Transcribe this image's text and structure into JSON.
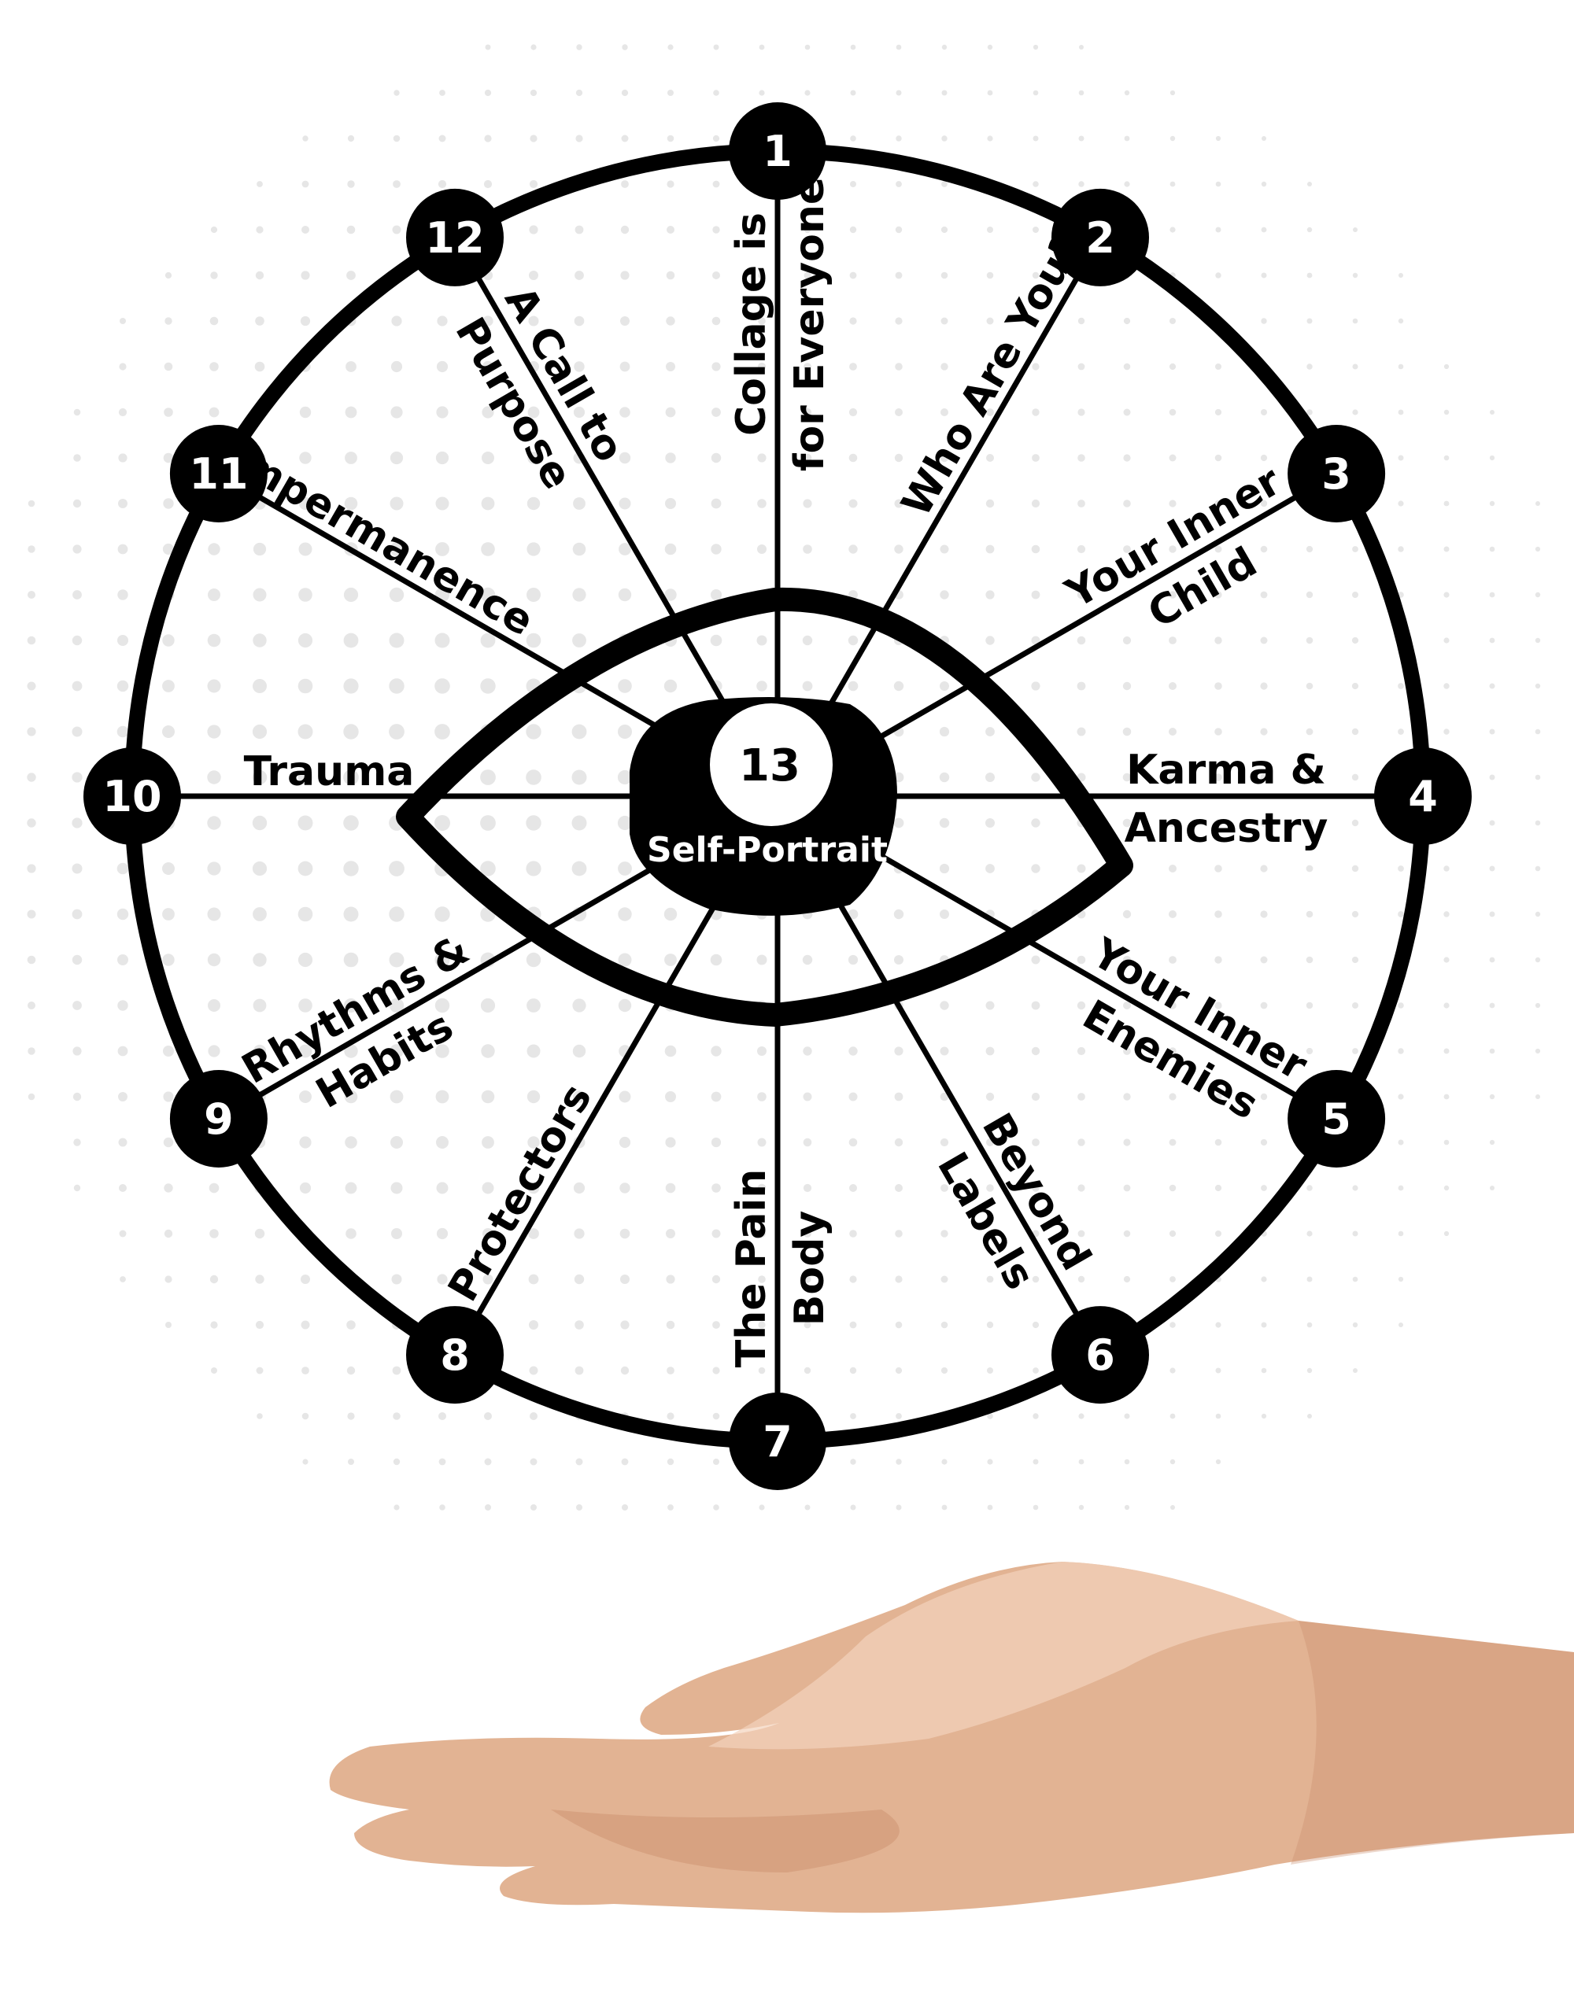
{
  "center": {
    "number": "13",
    "label": "Self-Portrait"
  },
  "nodes": [
    {
      "number": "1",
      "label": [
        "Collage is",
        "for Everyone"
      ]
    },
    {
      "number": "2",
      "label": [
        "Who Are You?"
      ]
    },
    {
      "number": "3",
      "label": [
        "Your Inner",
        "Child"
      ]
    },
    {
      "number": "4",
      "label": [
        "Karma &",
        "Ancestry"
      ]
    },
    {
      "number": "5",
      "label": [
        "Your Inner",
        "Enemies"
      ]
    },
    {
      "number": "6",
      "label": [
        "Beyond",
        "Labels"
      ]
    },
    {
      "number": "7",
      "label": [
        "The Pain",
        "Body"
      ]
    },
    {
      "number": "8",
      "label": [
        "Protectors"
      ]
    },
    {
      "number": "9",
      "label": [
        "Rhythms &",
        "Habits"
      ]
    },
    {
      "number": "10",
      "label": [
        "Trauma"
      ]
    },
    {
      "number": "11",
      "label": [
        "Impermanence"
      ]
    },
    {
      "number": "12",
      "label": [
        "A Call to",
        "Purpose"
      ]
    }
  ],
  "colors": {
    "ink": "#000000",
    "paper": "#ffffff",
    "halftone": "#e6e6e6",
    "skin": "#e2b393",
    "skin_shadow": "#c98d6c",
    "skin_light": "#f3d3bc"
  }
}
